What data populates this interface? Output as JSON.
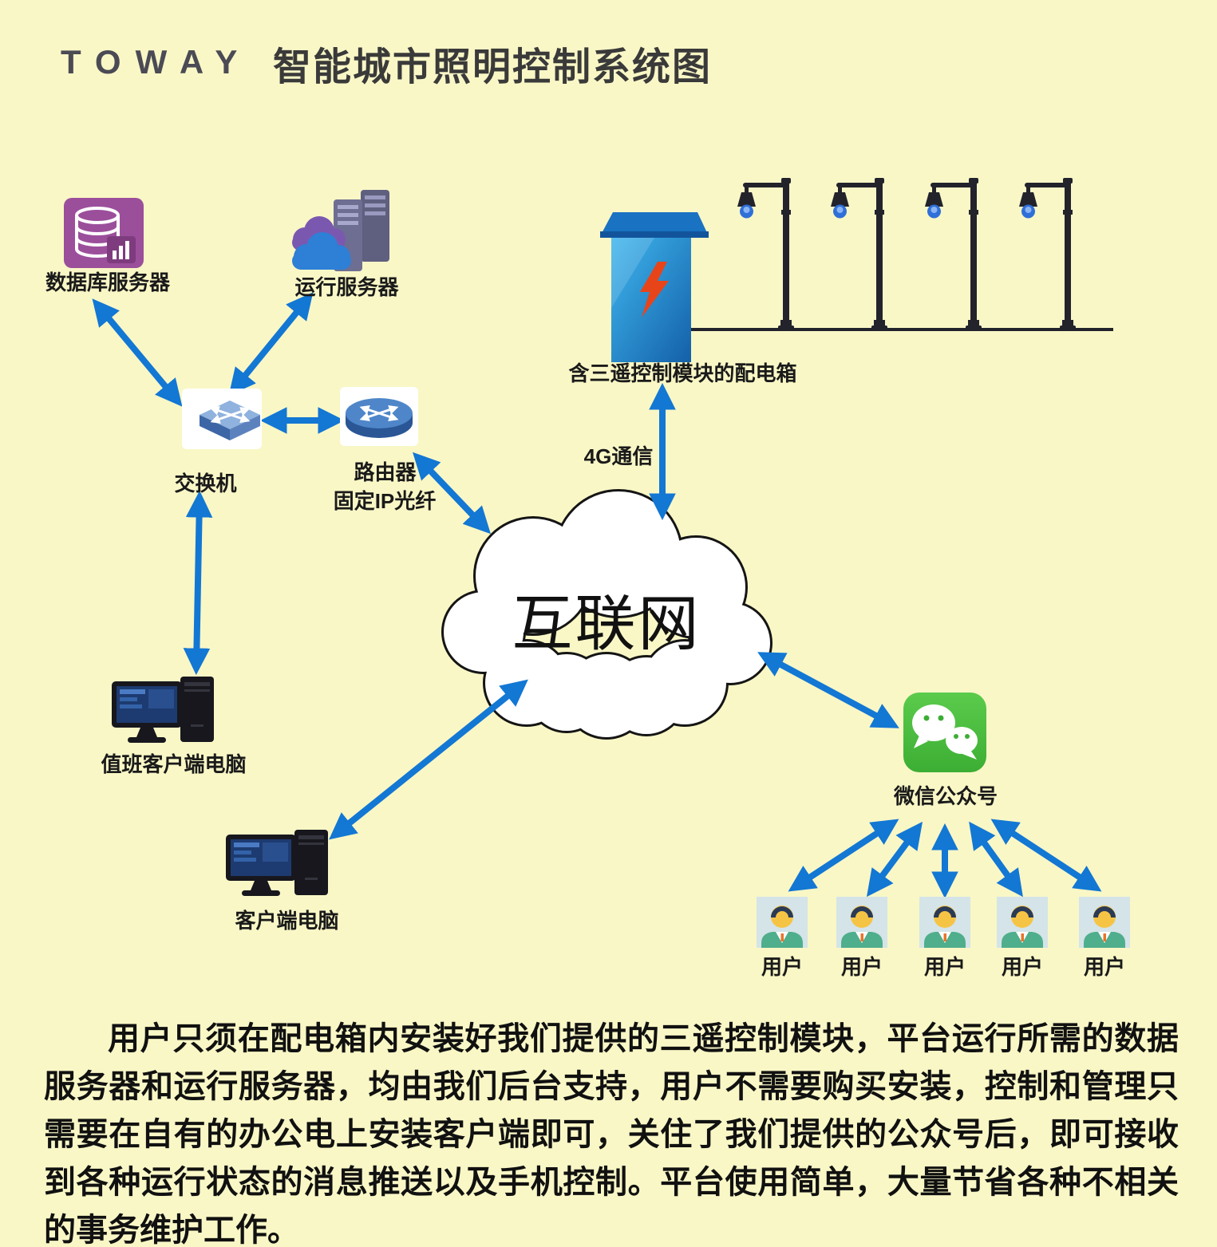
{
  "header": {
    "logo": "TOWAY",
    "title": "智能城市照明控制系统图"
  },
  "colors": {
    "background": "#F9F7C6",
    "arrow": "#1377D4",
    "wechat_green": "#4CBF3F",
    "database_purple": "#9B4F9B",
    "box_blue": "#1E88D0",
    "bolt_orange": "#E8441A"
  },
  "nodes": {
    "database_server": {
      "label": "数据库服务器"
    },
    "run_server": {
      "label": "运行服务器"
    },
    "switch": {
      "label": "交换机"
    },
    "router": {
      "label": "路由器",
      "sublabel": "固定IP光纤"
    },
    "power_box": {
      "label": "含三遥控制模块的配电箱"
    },
    "link_4g": {
      "label": "4G通信"
    },
    "internet": {
      "label": "互联网"
    },
    "duty_client_pc": {
      "label": "值班客户端电脑"
    },
    "client_pc": {
      "label": "客户端电脑"
    },
    "wechat": {
      "label": "微信公众号"
    },
    "users": [
      {
        "label": "用户"
      },
      {
        "label": "用户"
      },
      {
        "label": "用户"
      },
      {
        "label": "用户"
      },
      {
        "label": "用户"
      }
    ]
  },
  "description": "用户只须在配电箱内安装好我们提供的三遥控制模块，平台运行所需的数据服务器和运行服务器，均由我们后台支持，用户不需要购买安装，控制和管理只需要在自有的办公电上安装客户端即可，关住了我们提供的公众号后，即可接收到各种运行状态的消息推送以及手机控制。平台使用简单，大量节省各种不相关的事务维护工作。"
}
